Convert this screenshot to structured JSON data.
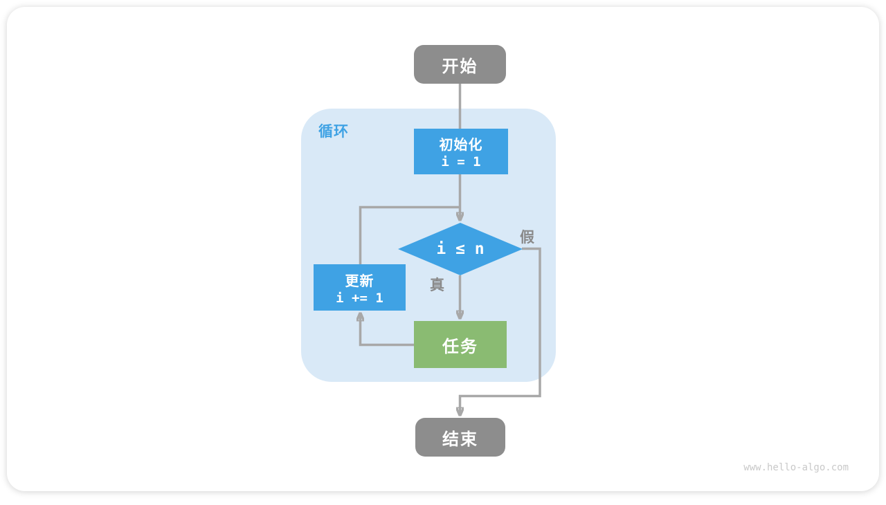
{
  "diagram": {
    "region_label": "循环",
    "nodes": {
      "start": {
        "label": "开始"
      },
      "init": {
        "label": "初始化",
        "code": "i = 1"
      },
      "condition": {
        "label": "i ≤ n"
      },
      "update": {
        "label": "更新",
        "code": "i += 1"
      },
      "task": {
        "label": "任务"
      },
      "end": {
        "label": "结束"
      }
    },
    "edge_labels": {
      "true_branch": "真",
      "false_branch": "假"
    }
  },
  "colors": {
    "node_blue": "#3FA2E4",
    "node_green": "#8ABB72",
    "node_gray": "#8D8D8D",
    "loop_region_bg": "#D9E9F7",
    "edge_gray": "#A8A8A8",
    "edge_label_gray": "#8A8A8A"
  },
  "watermark": "www.hello-algo.com"
}
